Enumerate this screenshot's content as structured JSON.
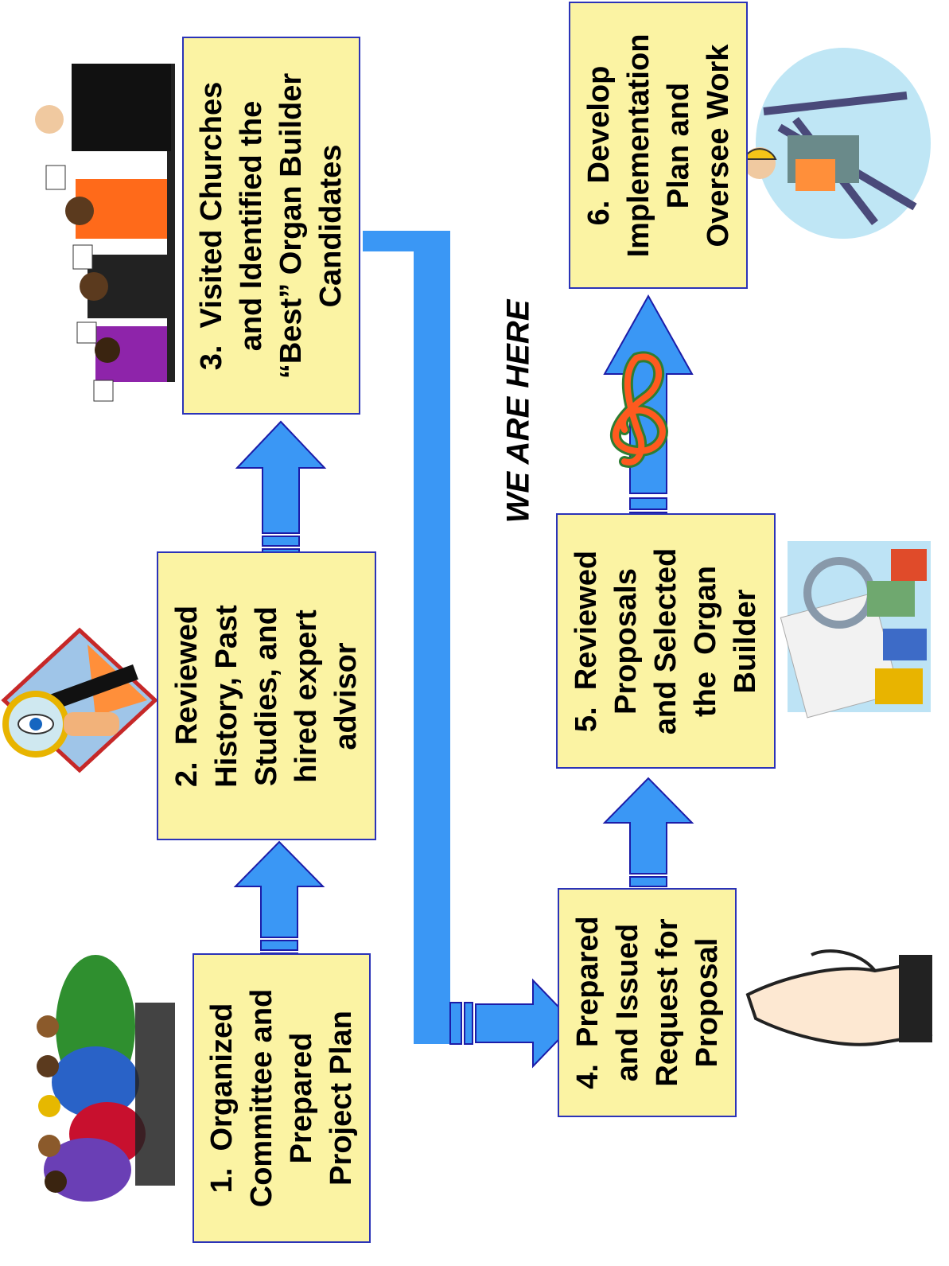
{
  "colors": {
    "box_fill": "#fbf3a3",
    "box_border": "#2b33b8",
    "arrow": "#3a97f5",
    "arrow_outline": "#1c1ca8",
    "text": "#000000"
  },
  "steps": [
    {
      "number": "1.",
      "text": "1.  Organized\nCommittee and\nPrepared\nProject Plan",
      "icon": "committee-group-icon"
    },
    {
      "number": "2.",
      "text": "2.  Reviewed\nHistory, Past\nStudies, and\nhired expert\nadvisor",
      "icon": "magnifying-glass-eye-icon"
    },
    {
      "number": "3.",
      "text": "3.  Visited Churches\nand Identified the\n“Best” Organ Builder\nCandidates",
      "icon": "judges-panel-icon"
    },
    {
      "number": "4.",
      "text": "4.  Prepared\nand Issued\nRequest for\nProposal",
      "icon": "crossed-fingers-icon"
    },
    {
      "number": "5.",
      "text": "5.  Reviewed\nProposals\nand Selected\nthe  Organ\nBuilder",
      "icon": "team-magnifier-icon"
    },
    {
      "number": "6.",
      "text": "6.  Develop\nImplementation\nPlan and\nOversee Work",
      "icon": "surveyor-icon"
    }
  ],
  "status_label": "WE ARE HERE",
  "status_icon": "treble-clef-icon"
}
